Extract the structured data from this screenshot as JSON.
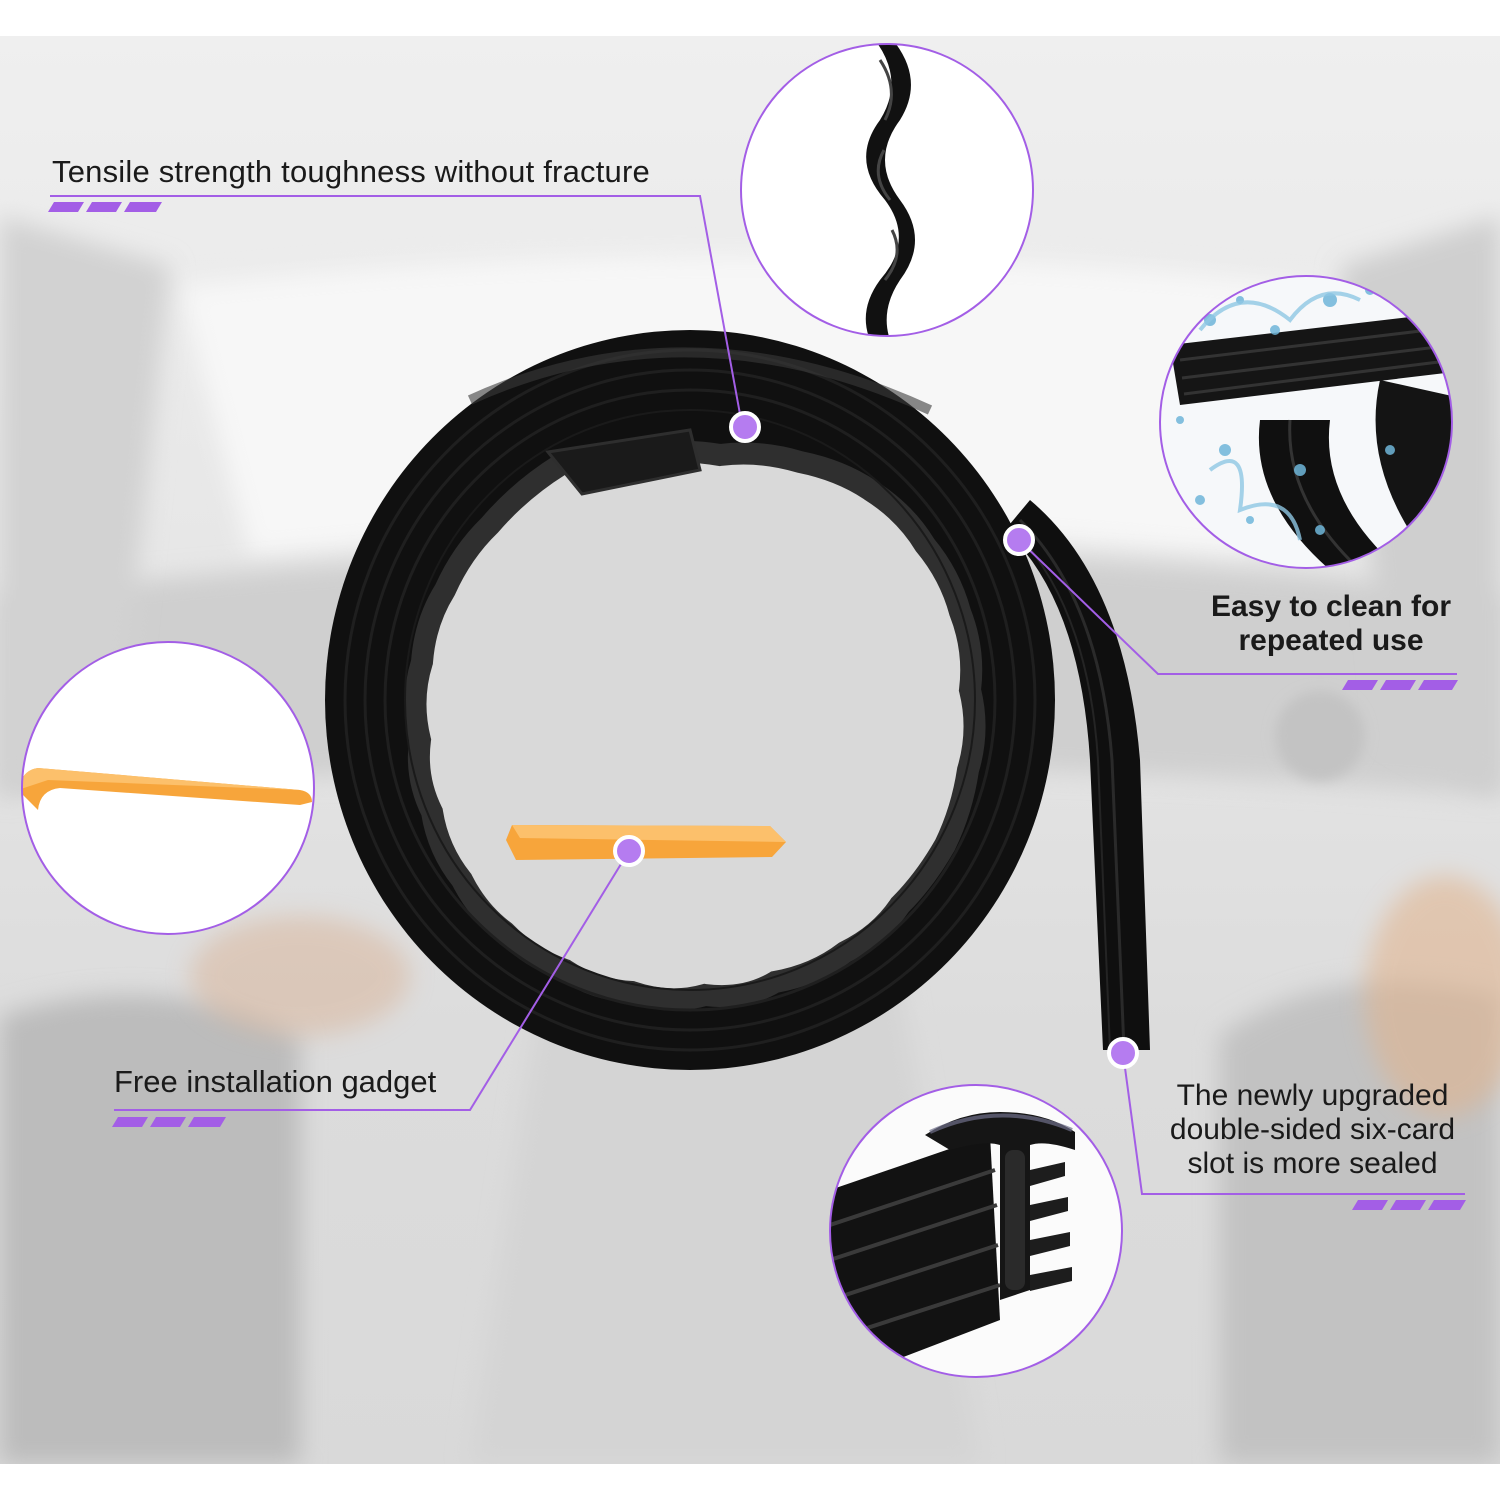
{
  "callouts": {
    "tensile": {
      "text": "Tensile strength toughness without fracture"
    },
    "clean": {
      "line1": "Easy to clean for",
      "line2": "repeated use"
    },
    "gadget": {
      "text": "Free installation gadget"
    },
    "slot": {
      "line1": "The newly upgraded",
      "line2": "double-sided six-card",
      "line3": "slot is more sealed"
    }
  },
  "colors": {
    "accent": "#a35ee6",
    "dot": "#b57cf0",
    "strip": "#111111",
    "tool": "#f7a53b",
    "background": "#e8e8e8",
    "water": "#6fb6d9"
  },
  "icons": {
    "twisted_strip": "twisted-rubber-strip-icon",
    "water_splash": "water-splash-strip-icon",
    "pry_tool": "pry-tool-icon",
    "cross_section": "cross-section-profile-icon"
  }
}
